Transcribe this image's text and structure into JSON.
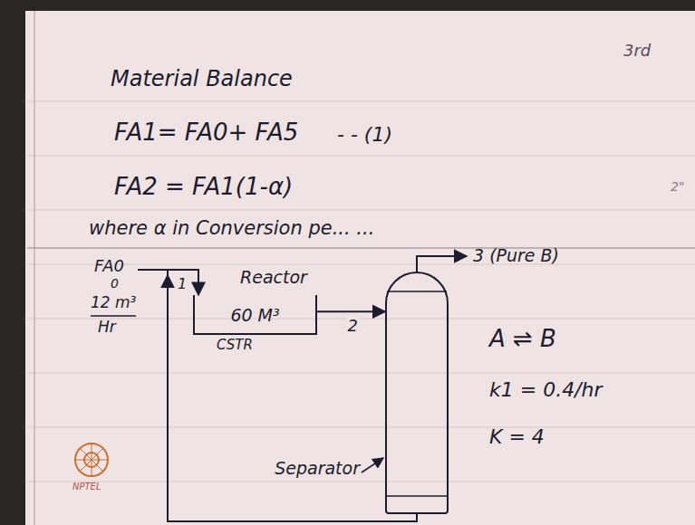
{
  "diagram": {
    "title": "Material Balance",
    "nodes": [
      {
        "text": [
          "Reactor",
          "60 M³",
          "CSTR"
        ]
      },
      {
        "text": [
          "Separator"
        ]
      }
    ],
    "edges": [
      {
        "from": 0,
        "to": 1,
        "arrow": "to",
        "label": "2"
      },
      {
        "from": 1,
        "to": 0,
        "arrow": "to"
      }
    ],
    "labels": [
      "3rd",
      "FA1= FA0+ FA5",
      "- - (1)",
      "FA2 = FA1(1-α)",
      "where α in Conversion pe... ...",
      "2\"",
      "FA0",
      "0",
      "12 m³",
      "Hr",
      "1",
      "3 (Pure B)",
      "A ⇌ B",
      "k1 = 0.4/hr",
      "K = 4",
      "NPTEL"
    ]
  }
}
